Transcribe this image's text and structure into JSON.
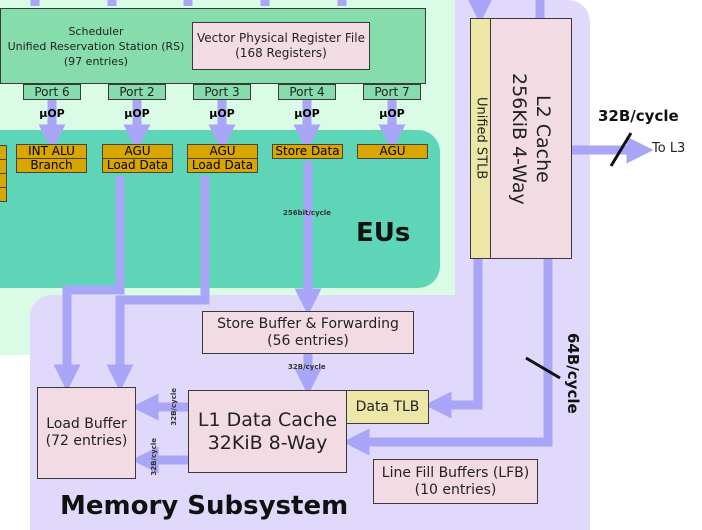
{
  "scheduler": {
    "title": "Scheduler",
    "subtitle": "Unified Reservation Station (RS)",
    "entries": "(97 entries)"
  },
  "vprf": {
    "title": "Vector Physical Register File",
    "entries": "(168 Registers)"
  },
  "ports": [
    "Port 6",
    "Port 2",
    "Port 3",
    "Port 4",
    "Port 7"
  ],
  "uop_label": "μOP",
  "eus": {
    "label": "EUs",
    "units": [
      [
        "INT ALU",
        "Branch"
      ],
      [
        "AGU",
        "Load Data"
      ],
      [
        "AGU",
        "Load Data"
      ],
      [
        "Store Data"
      ],
      [
        "AGU"
      ]
    ],
    "store_bandwidth": "256bit/cycle"
  },
  "memory": {
    "label": "Memory Subsystem",
    "store_buffer": {
      "title": "Store Buffer & Forwarding",
      "entries": "(56 entries)"
    },
    "sb_to_l1": "32B/cycle",
    "l1": {
      "title": "L1 Data Cache",
      "size": "32KiB 8-Way"
    },
    "dtlb": "Data TLB",
    "load_buffer": {
      "title": "Load Buffer",
      "entries": "(72 entries)"
    },
    "l1_to_lb_1": "32B/cycle",
    "l1_to_lb_2": "32B/cycle",
    "lfb": {
      "title": "Line Fill Buffers (LFB)",
      "entries": "(10 entries)"
    },
    "stlb": "Unified STLB",
    "l2": {
      "title": "L2 Cache",
      "size": "256KiB 4-Way"
    },
    "l2_bandwidth": "64B/cycle",
    "l3_bandwidth": "32B/cycle",
    "to_l3": "To L3"
  },
  "colors": {
    "arrow": "#a9a5f7",
    "mint": "#dafbe6",
    "teal": "#5fd5b8",
    "purple": "#e0d9fc",
    "gold": "#d9a600",
    "pink": "#f3dbe4",
    "tlb": "#ece7a6"
  }
}
